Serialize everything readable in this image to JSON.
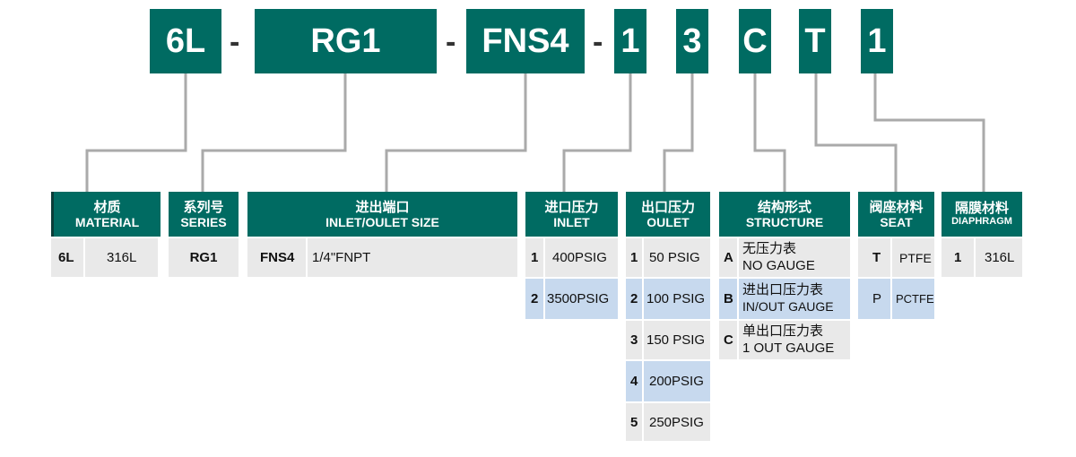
{
  "code": {
    "segments": [
      "6L",
      "RG1",
      "FNS4",
      "1",
      "3",
      "C",
      "T",
      "1"
    ],
    "dash": "-"
  },
  "columns": {
    "material": {
      "zh": "材质",
      "en": "MATERIAL",
      "rows": [
        [
          "6L",
          "316L"
        ]
      ]
    },
    "series": {
      "zh": "系列号",
      "en": "SERIES",
      "rows": [
        [
          "RG1"
        ]
      ]
    },
    "size": {
      "zh": "进出端口",
      "en": "INLET/OULET SIZE",
      "rows": [
        [
          "FNS4",
          "1/4\"FNPT"
        ]
      ]
    },
    "inlet": {
      "zh": "进口压力",
      "en": "INLET",
      "rows": [
        [
          "1",
          "400PSIG"
        ],
        [
          "2",
          "3500PSIG"
        ]
      ]
    },
    "outlet": {
      "zh": "出口压力",
      "en": "OULET",
      "rows": [
        [
          "1",
          "50 PSIG"
        ],
        [
          "2",
          "100 PSIG"
        ],
        [
          "3",
          "150 PSIG"
        ],
        [
          "4",
          "200PSIG"
        ],
        [
          "5",
          "250PSIG"
        ]
      ]
    },
    "structure": {
      "zh": "结构形式",
      "en": "STRUCTURE",
      "rows": [
        [
          "A",
          "无压力表",
          "NO GAUGE"
        ],
        [
          "B",
          "进出口压力表",
          "IN/OUT GAUGE"
        ],
        [
          "C",
          "单出口压力表",
          "1 OUT GAUGE"
        ]
      ]
    },
    "seat": {
      "zh": "阀座材料",
      "en": "SEAT",
      "rows": [
        [
          "T",
          "PTFE"
        ],
        [
          "P",
          "PCTFE"
        ]
      ]
    },
    "diaphragm": {
      "zh": "隔膜材料",
      "en": "DIAPHRAGM",
      "rows": [
        [
          "1",
          "316L"
        ]
      ]
    }
  },
  "colors": {
    "header": "#006b62",
    "row_gray": "#e9e9e9",
    "row_blue": "#c7d9ee",
    "connector": "#aaaaaa"
  }
}
